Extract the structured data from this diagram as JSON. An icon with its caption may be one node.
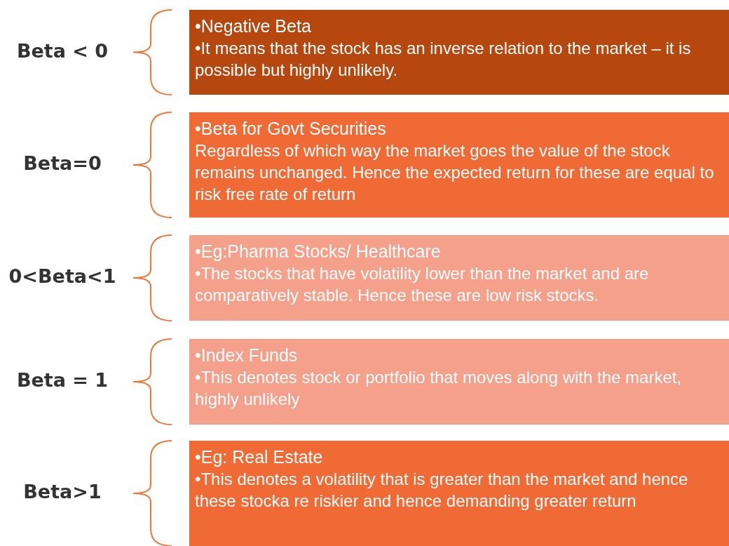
{
  "diagram": {
    "nodes": [
      {
        "text": [
          "•Negative Beta",
          "•It means that the stock has an inverse relation to the market – it is possible but highly unlikely."
        ]
      },
      {
        "text": [
          "•Beta for Govt Securities",
          "Regardless of which way the market goes the value of the stock remains unchanged. Hence the expected return for these are equal to risk free rate of return"
        ]
      },
      {
        "text": [
          "•Eg:Pharma Stocks/ Healthcare",
          "•The stocks that have volatility lower than the market and are comparatively stable. Hence these are low risk stocks."
        ]
      },
      {
        "text": [
          "•Index Funds",
          "•This denotes stock or portfolio that moves along with the market, highly unlikely"
        ]
      },
      {
        "text": [
          "•Eg: Real Estate",
          "•This denotes a volatility that is greater than the market and hence these stocka re riskier and hence demanding greater return"
        ]
      }
    ],
    "labels": [
      "Beta < 0",
      "Beta=0",
      "0<Beta<1",
      "Beta = 1",
      "Beta>1"
    ]
  }
}
